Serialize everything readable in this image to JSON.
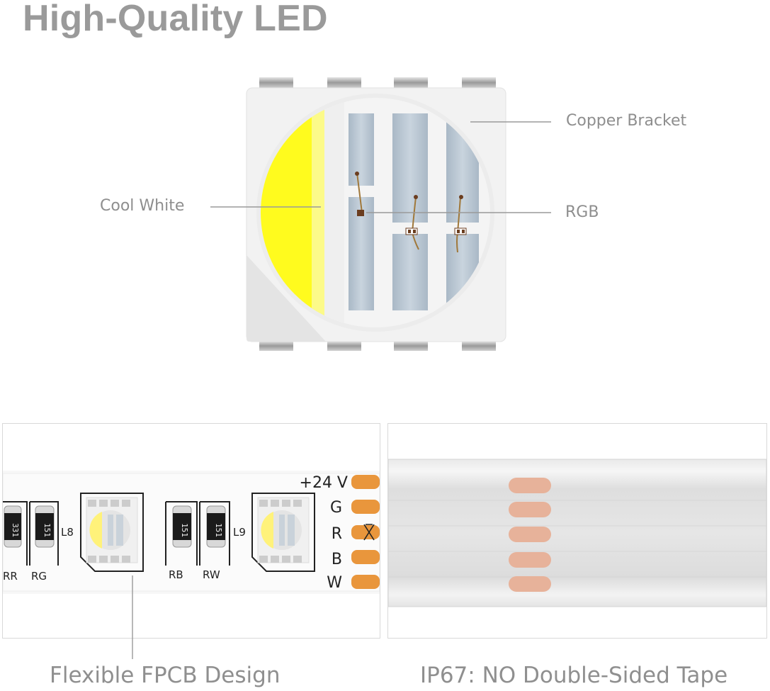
{
  "title": "High-Quality LED",
  "callouts": {
    "copper_bracket": "Copper Bracket",
    "cool_white": "Cool White",
    "rgb": "RGB"
  },
  "strip": {
    "pins": [
      "+24 V",
      "G",
      "R",
      "B",
      "W"
    ],
    "components": {
      "l8": "L8",
      "l9": "L9",
      "rr": "RR",
      "rg": "RG",
      "rb": "RB",
      "rw": "RW",
      "res_331": "331",
      "res_151_a": "151",
      "res_151_b": "151",
      "res_151_c": "151"
    }
  },
  "captions": {
    "left": "Flexible FPCB Design",
    "right": "IP67: NO Double-Sided Tape"
  },
  "colors": {
    "text_gray": "#8f8f8f",
    "cool_white_yellow": "#fffb1e",
    "copper_pad": "#e9963c",
    "bracket_blue": "#b9c6d2"
  }
}
